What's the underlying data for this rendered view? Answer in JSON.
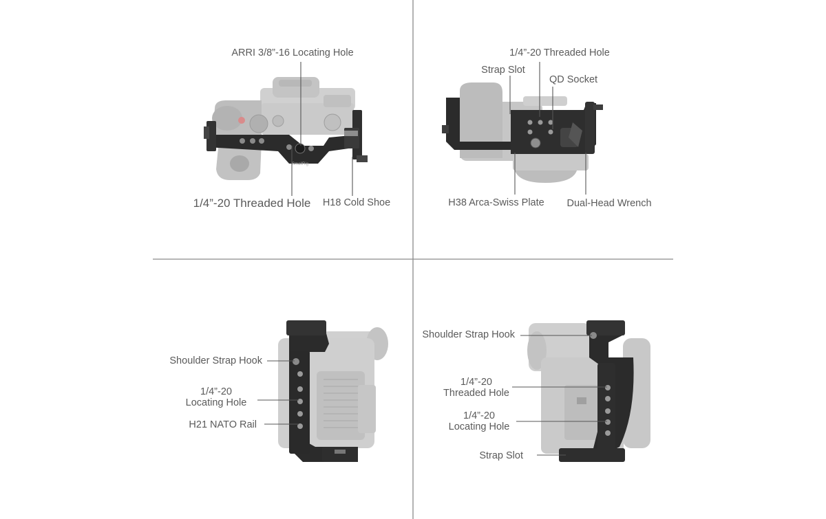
{
  "panels": {
    "top_left": {
      "arri_hole": "ARRI 3/8”-16 Locating Hole",
      "threaded_hole": "1/4”-20 Threaded Hole",
      "cold_shoe": "H18 Cold Shoe",
      "brand_engraving": "SmallRig"
    },
    "top_right": {
      "threaded_hole": "1/4”-20 Threaded Hole",
      "strap_slot": "Strap Slot",
      "qd_socket": "QD Socket",
      "arca_plate": "H38 Arca-Swiss Plate",
      "wrench": "Dual-Head Wrench"
    },
    "bottom_left": {
      "shoulder_hook": "Shoulder Strap Hook",
      "locating_hole_line1": "1/4”-20",
      "locating_hole_line2": "Locating Hole",
      "nato_rail": "H21 NATO Rail"
    },
    "bottom_right": {
      "shoulder_hook": "Shoulder Strap Hook",
      "threaded_hole_line1": "1/4”-20",
      "threaded_hole_line2": "Threaded Hole",
      "locating_hole_line1": "1/4”-20",
      "locating_hole_line2": "Locating Hole",
      "strap_slot": "Strap Slot"
    }
  },
  "colors": {
    "label_text": "#5a5a5a",
    "leader_line": "#555555",
    "divider": "#8a8a8a",
    "camera_gray": "#c9c9c9",
    "cage_black": "#2b2b2b"
  }
}
